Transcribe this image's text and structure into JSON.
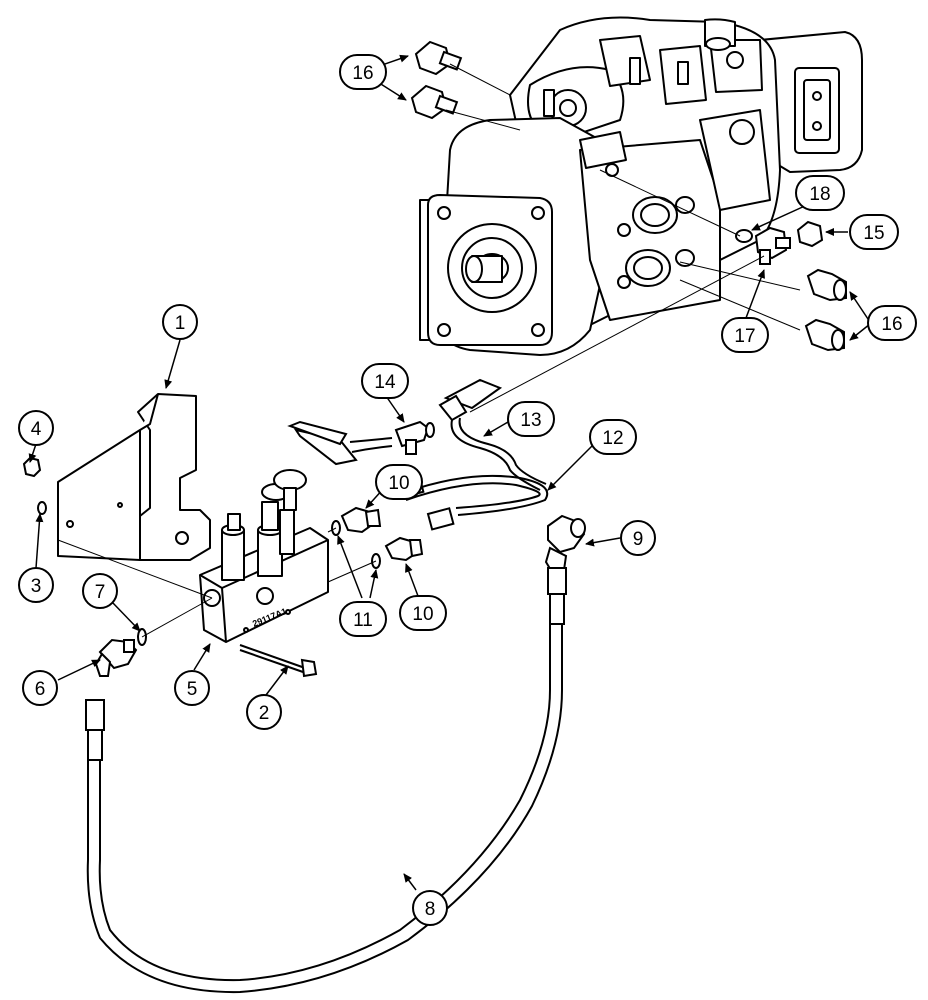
{
  "diagram": {
    "part_marking": "29117A1",
    "callouts": [
      {
        "id": "c1",
        "label": "1"
      },
      {
        "id": "c2",
        "label": "2"
      },
      {
        "id": "c3",
        "label": "3"
      },
      {
        "id": "c4",
        "label": "4"
      },
      {
        "id": "c5",
        "label": "5"
      },
      {
        "id": "c6",
        "label": "6"
      },
      {
        "id": "c7",
        "label": "7"
      },
      {
        "id": "c8",
        "label": "8"
      },
      {
        "id": "c9",
        "label": "9"
      },
      {
        "id": "c10a",
        "label": "10"
      },
      {
        "id": "c10b",
        "label": "10"
      },
      {
        "id": "c11",
        "label": "11"
      },
      {
        "id": "c12",
        "label": "12"
      },
      {
        "id": "c13",
        "label": "13"
      },
      {
        "id": "c14",
        "label": "14"
      },
      {
        "id": "c15",
        "label": "15"
      },
      {
        "id": "c16a",
        "label": "16"
      },
      {
        "id": "c16b",
        "label": "16"
      },
      {
        "id": "c17",
        "label": "17"
      },
      {
        "id": "c18",
        "label": "18"
      }
    ]
  }
}
